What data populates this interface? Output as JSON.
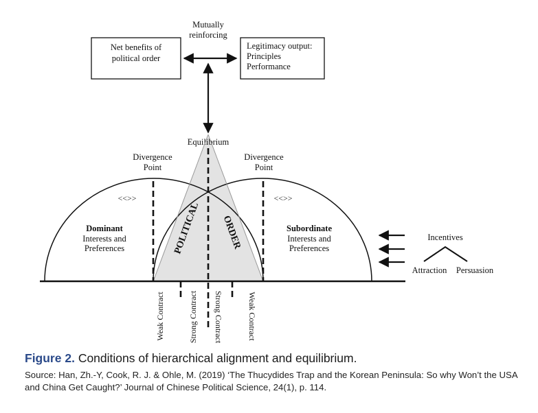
{
  "top": {
    "box_left": [
      "Net benefits of",
      "political order"
    ],
    "box_right": [
      "Legitimacy output:",
      "Principles",
      "Performance"
    ],
    "arrow_label": [
      "Mutually",
      "reinforcing"
    ]
  },
  "equilibrium_label": "Equilibrium",
  "divergence_left": [
    "Divergence",
    "Point"
  ],
  "divergence_right": [
    "Divergence",
    "Point"
  ],
  "left_dome": {
    "marker": "<<>>",
    "title": "Dominant",
    "lines": [
      "Interests and",
      "Preferences"
    ]
  },
  "right_dome": {
    "marker": "<<>>",
    "title": "Subordinate",
    "lines": [
      "Interests and",
      "Preferences"
    ]
  },
  "center_words": [
    "POLITICAL",
    "ORDER"
  ],
  "contract_labels": [
    "Weak Contract",
    "Strong Contract",
    "Strong Contract",
    "Weak Contract"
  ],
  "side_labels": {
    "incentives": "Incentives",
    "attraction": "Attraction",
    "persuasion": "Persuasion"
  },
  "caption": {
    "label": "Figure 2.",
    "title": "Conditions of hierarchical alignment and equilibrium.",
    "source": "Source: Han, Zh.-Y, Cook, R. J. & Ohle, M. (2019) ‘The Thucydides Trap and the Korean Peninsula: So why Won’t the USA and China Get Caught?’ Journal of Chinese Political Science, 24(1), p. 114."
  },
  "colors": {
    "cone_fill": "#e3e3e3",
    "ink": "#111111",
    "caption_label": "#2b4a8a"
  }
}
